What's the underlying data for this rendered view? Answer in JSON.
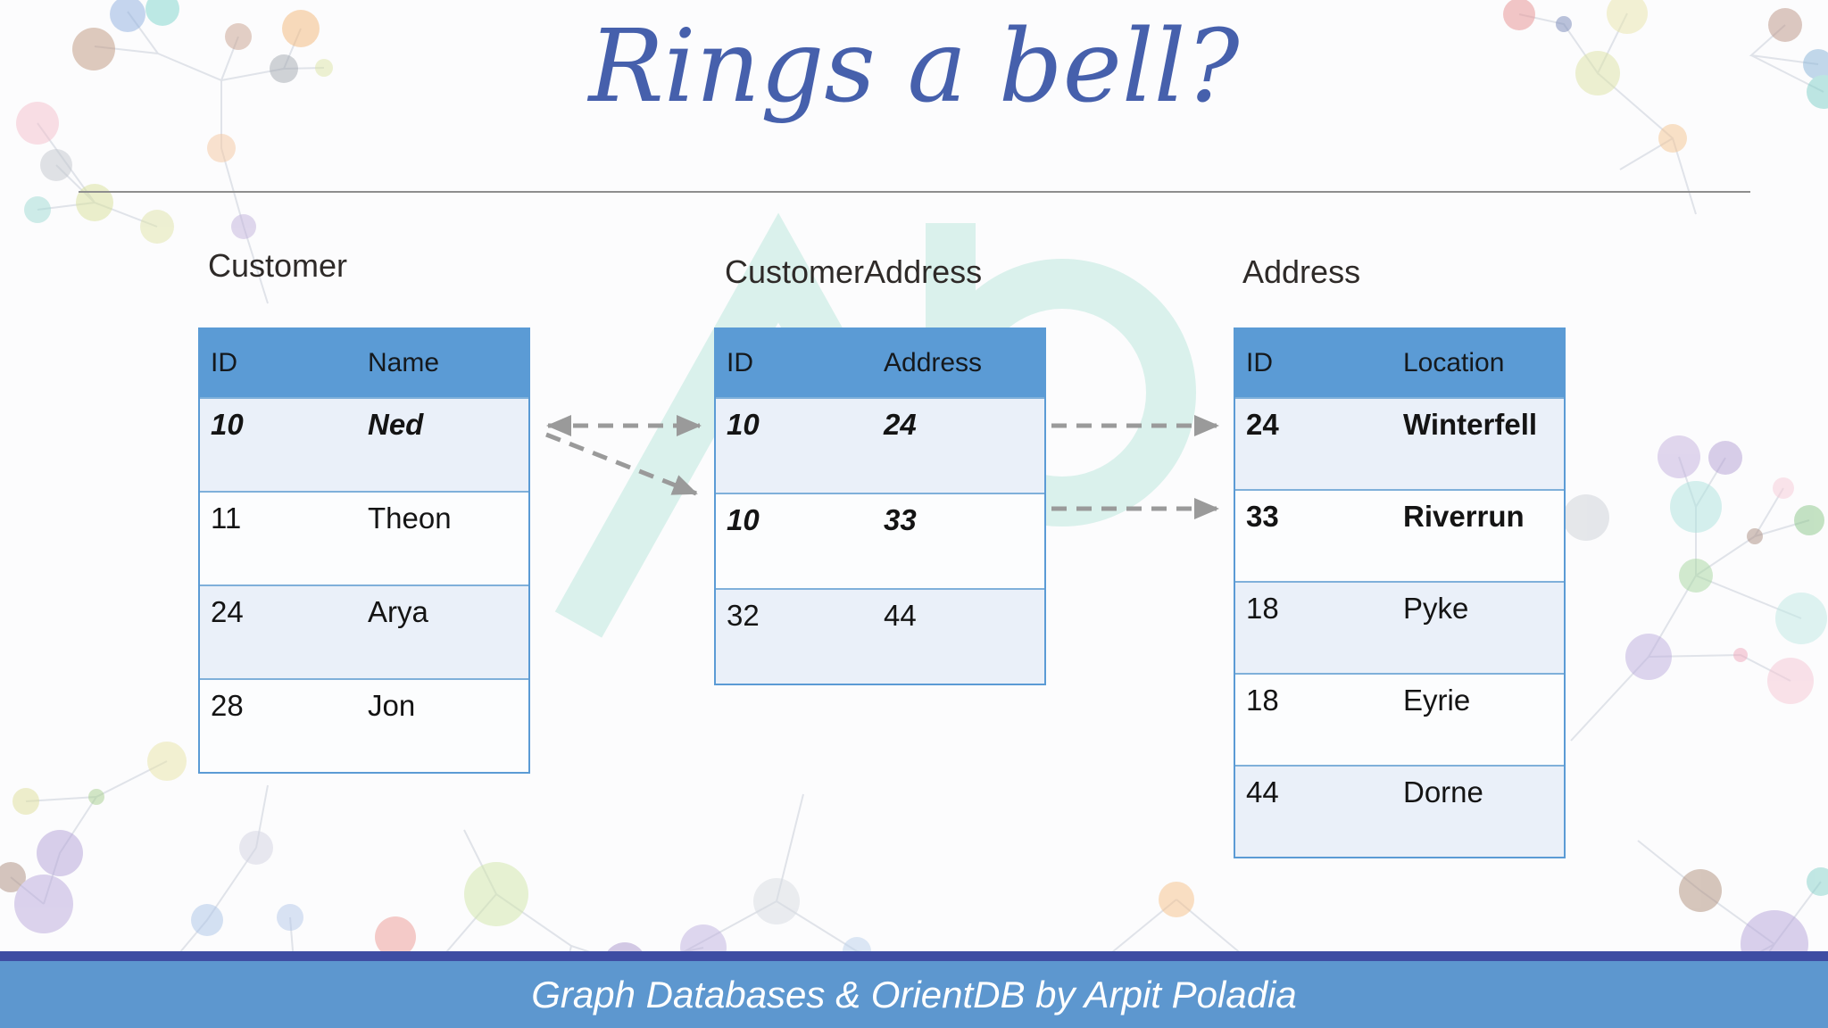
{
  "slide": {
    "title": "Rings a bell?",
    "footer_text": "Graph Databases & OrientDB by Arpit Poladia"
  },
  "tables": [
    {
      "key": "customer",
      "title": "Customer",
      "columns": [
        "ID",
        "Name"
      ],
      "rows": [
        {
          "cells": [
            "10",
            "Ned"
          ],
          "style": "bold-italic"
        },
        {
          "cells": [
            "11",
            "Theon"
          ],
          "style": "normal"
        },
        {
          "cells": [
            "24",
            "Arya"
          ],
          "style": "normal"
        },
        {
          "cells": [
            "28",
            "Jon"
          ],
          "style": "normal"
        }
      ]
    },
    {
      "key": "customer-address",
      "title": "CustomerAddress",
      "columns": [
        "ID",
        "Address"
      ],
      "rows": [
        {
          "cells": [
            "10",
            "24"
          ],
          "style": "bold-italic"
        },
        {
          "cells": [
            "10",
            "33"
          ],
          "style": "bold-italic"
        },
        {
          "cells": [
            "32",
            "44"
          ],
          "style": "normal"
        }
      ]
    },
    {
      "key": "address",
      "title": "Address",
      "columns": [
        "ID",
        "Location"
      ],
      "rows": [
        {
          "cells": [
            "24",
            "Winterfell"
          ],
          "style": "bold"
        },
        {
          "cells": [
            "33",
            "Riverrun"
          ],
          "style": "bold"
        },
        {
          "cells": [
            "18",
            "Pyke"
          ],
          "style": "normal"
        },
        {
          "cells": [
            "18",
            "Eyrie"
          ],
          "style": "normal"
        },
        {
          "cells": [
            "44",
            "Dorne"
          ],
          "style": "normal"
        }
      ]
    }
  ],
  "relationships": [
    {
      "from": "Customer row 10/Ned",
      "to": "CustomerAddress row 10/24",
      "type": "double-headed-dashed-arrow"
    },
    {
      "from": "Customer row 10/Ned",
      "to": "CustomerAddress row 10/33",
      "type": "dashed-arrow"
    },
    {
      "from": "CustomerAddress row 10/24",
      "to": "Address row 24/Winterfell",
      "type": "dashed-arrow"
    },
    {
      "from": "CustomerAddress row 10/33",
      "to": "Address row 33/Riverrun",
      "type": "dashed-arrow"
    }
  ],
  "colors": {
    "title_text": "#4660ac",
    "table_header_bg": "#5b9bd5",
    "row_alt_bg": "#eaf0f9",
    "row_bg": "#fcfdfe",
    "table_border": "#5b9bd5",
    "arrow": "#9a9a9a",
    "footer_bar": "#5d97cf",
    "footer_accent_bar": "#3e4da3",
    "watermark": "#daf1ec"
  }
}
